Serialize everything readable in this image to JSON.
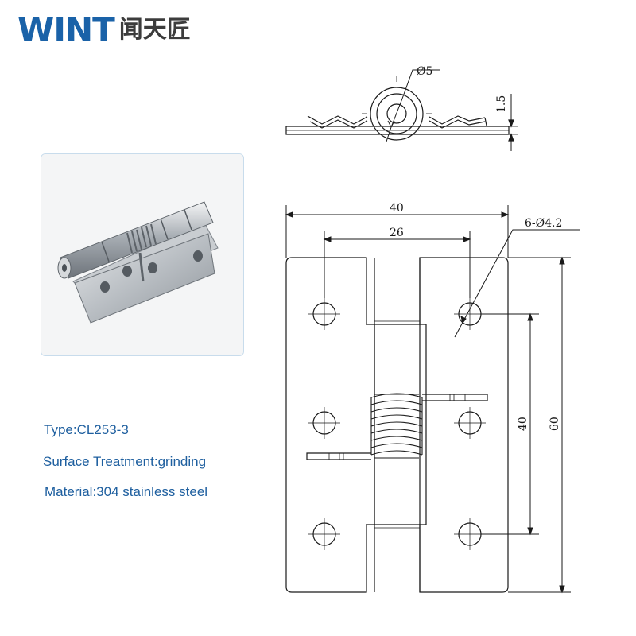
{
  "brand": {
    "latin": "WINT",
    "cjk": "闻天匠",
    "latin_color": "#1a62a8",
    "cjk_color": "#3c3c3c"
  },
  "specs": {
    "type": "Type:CL253-3",
    "surface": "Surface Treatment:grinding",
    "material": "Material:304 stainless steel",
    "color": "#1e5f9f"
  },
  "drawing": {
    "pin_diameter": "Ø5",
    "plate_thickness": "1.5",
    "overall_width": "40",
    "hole_spacing_width": "26",
    "holes_callout": "6-Ø4.2",
    "hole_spacing_height": "40",
    "overall_height": "60"
  }
}
